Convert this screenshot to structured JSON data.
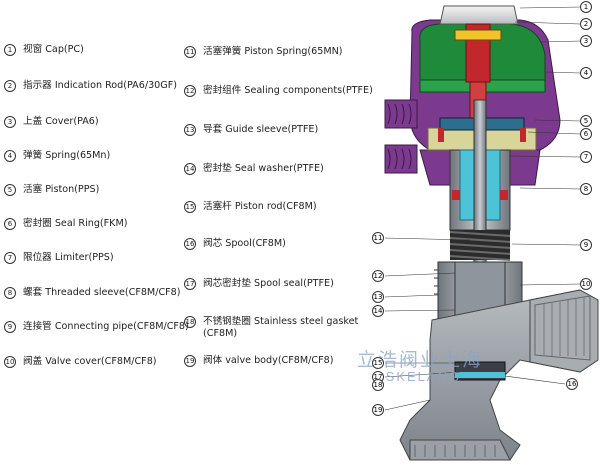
{
  "legend_left": [
    {
      "n": "1",
      "text": "视窗 Cap(PC)"
    },
    {
      "n": "2",
      "text": "指示器 Indication Rod(PA6/30GF)"
    },
    {
      "n": "3",
      "text": "上盖 Cover(PA6)"
    },
    {
      "n": "4",
      "text": "弹簧 Spring(65Mn)"
    },
    {
      "n": "5",
      "text": "活塞 Piston(PPS)"
    },
    {
      "n": "6",
      "text": "密封圈 Seal Ring(FKM)"
    },
    {
      "n": "7",
      "text": "限位器 Limiter(PPS)"
    },
    {
      "n": "8",
      "text": "螺套 Threaded sleeve(CF8M/CF8)"
    },
    {
      "n": "9",
      "text": "连接管 Connecting pipe(CF8M/CF8)"
    },
    {
      "n": "10",
      "text": "阀盖 Valve cover(CF8M/CF8)"
    }
  ],
  "legend_right": [
    {
      "n": "11",
      "text": "活塞弹簧 Piston Spring(65MN)"
    },
    {
      "n": "12",
      "text": "密封组件 Sealing components(PTFE)"
    },
    {
      "n": "13",
      "text": "导套 Guide sleeve(PTFE)"
    },
    {
      "n": "14",
      "text": "密封垫 Seal washer(PTFE)"
    },
    {
      "n": "15",
      "text": "活塞杆 Piston rod(CF8M)"
    },
    {
      "n": "16",
      "text": "阀芯 Spool(CF8M)"
    },
    {
      "n": "17",
      "text": "阀芯密封垫 Spool seal(PTFE)"
    },
    {
      "n": "18",
      "text": "不锈钢垫圈 Stainless steel gasket (CF8M)"
    },
    {
      "n": "19",
      "text": "阀体 valve body(CF8M/CF8)"
    }
  ],
  "callouts_right": [
    "1",
    "2",
    "3",
    "4",
    "5",
    "6",
    "7",
    "8",
    "9",
    "10"
  ],
  "callouts_left": [
    "11",
    "12",
    "13",
    "14",
    "15",
    "17",
    "18",
    "19"
  ],
  "callout_16": "16",
  "watermark_cn": "立浩阀业上海",
  "watermark_en": "PSKELANG",
  "colors": {
    "purple": "#7b3a8e",
    "green": "#1f8a3a",
    "steel": "#8f959c",
    "dark": "#3a3f45",
    "spring": "#2b2b2b",
    "red": "#c1272d",
    "yellow": "#d8d49a",
    "cyan": "#4ec3d8",
    "body": "#9aa0a6"
  }
}
